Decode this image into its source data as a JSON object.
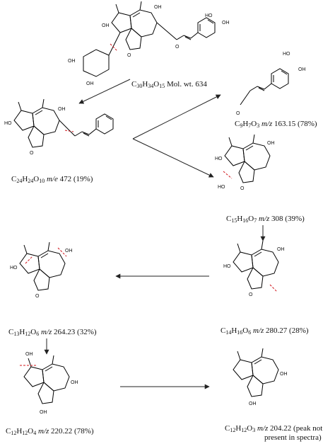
{
  "colors": {
    "cleavage_marks": "#d0141a",
    "ink": "#111111"
  },
  "compounds": [
    {
      "id": "parent",
      "formula": [
        [
          "C",
          "30"
        ],
        [
          "H",
          "34"
        ],
        [
          "O",
          "15"
        ]
      ],
      "tail": " Mol. wt. 634"
    },
    {
      "id": "c24",
      "formula": [
        [
          "C",
          "24"
        ],
        [
          "H",
          "24"
        ],
        [
          "O",
          "10"
        ]
      ],
      "tail_prefix": "m/e",
      "tail": "472 (19%)"
    },
    {
      "id": "c9",
      "formula": [
        [
          "C",
          "9"
        ],
        [
          "H",
          "7"
        ],
        [
          "O",
          "3"
        ]
      ],
      "tail_prefix": "m/z",
      "tail": "163.15 (78%)"
    },
    {
      "id": "c15",
      "formula": [
        [
          "C",
          "15"
        ],
        [
          "H",
          "16"
        ],
        [
          "O",
          "7"
        ]
      ],
      "tail_prefix": "m/z",
      "tail": "308 (39%)"
    },
    {
      "id": "c14",
      "formula": [
        [
          "C",
          "14"
        ],
        [
          "H",
          "16"
        ],
        [
          "O",
          "6"
        ]
      ],
      "tail_prefix": "m/z",
      "tail": "280.27 (28%)"
    },
    {
      "id": "c13",
      "formula": [
        [
          "C",
          "13"
        ],
        [
          "H",
          "12"
        ],
        [
          "O",
          "6"
        ]
      ],
      "tail_prefix": "m/z",
      "tail": "264.23 (32%)"
    },
    {
      "id": "c12_220",
      "formula": [
        [
          "C",
          "12"
        ],
        [
          "H",
          "12"
        ],
        [
          "O",
          "4"
        ]
      ],
      "tail_prefix": "m/z",
      "tail": "220.22 (78%)"
    },
    {
      "id": "c12_204",
      "formula": [
        [
          "C",
          "12"
        ],
        [
          "H",
          "12"
        ],
        [
          "O",
          "3"
        ]
      ],
      "tail_prefix": "m/z",
      "tail": "204.22 (peak not",
      "tail_line2": "present in spectra)"
    }
  ],
  "atom_labels": {
    "oxygen": "O",
    "hydroxyl": "OH",
    "hydroxyl_left": "HO"
  }
}
